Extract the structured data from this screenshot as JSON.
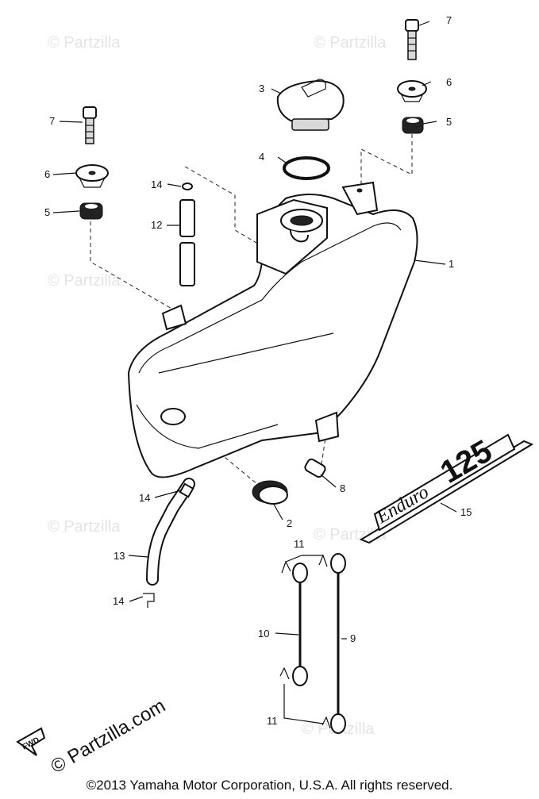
{
  "callouts": {
    "c1": "1",
    "c2": "2",
    "c3": "3",
    "c4": "4",
    "c5a": "5",
    "c5b": "5",
    "c6a": "6",
    "c6b": "6",
    "c7a": "7",
    "c7b": "7",
    "c8": "8",
    "c9": "9",
    "c10": "10",
    "c11a": "11",
    "c11b": "11",
    "c12": "12",
    "c13": "13",
    "c14a": "14",
    "c14b": "14",
    "c14c": "14",
    "c15": "15"
  },
  "emblem": {
    "script": "Enduro",
    "number": "125"
  },
  "fwd_label": "FWD",
  "watermark": "© Partzilla",
  "watermark_big": "© Partzilla.com",
  "copyright": "©2013  Yamaha Motor Corporation, U.S.A. All rights reserved."
}
